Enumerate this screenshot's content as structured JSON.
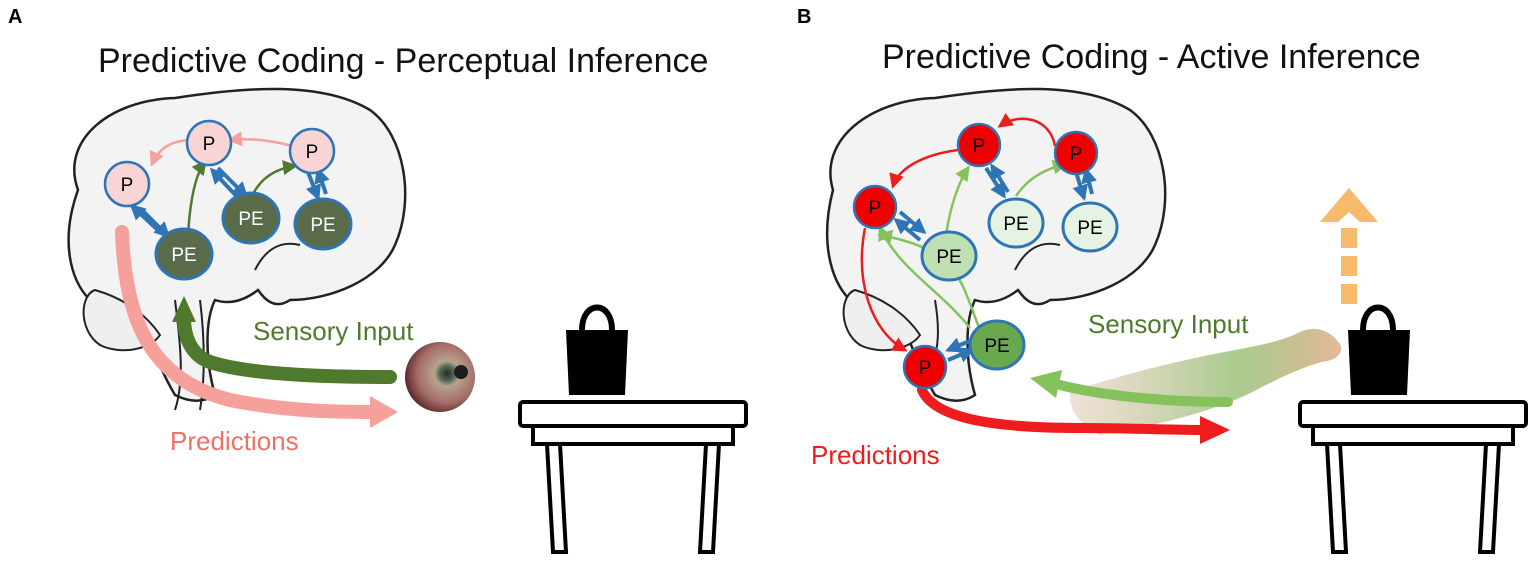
{
  "panel_a": {
    "letter": "A",
    "title": "Predictive Coding - Perceptual Inference",
    "sensory_label": "Sensory Input",
    "predictions_label": "Predictions",
    "nodes": [
      "P",
      "P",
      "P",
      "PE",
      "PE",
      "PE"
    ]
  },
  "panel_b": {
    "letter": "B",
    "title": "Predictive Coding - Active Inference",
    "sensory_label": "Sensory Input",
    "predictions_label": "Predictions",
    "nodes": [
      "P",
      "P",
      "P",
      "P",
      "PE",
      "PE",
      "PE",
      "PE"
    ]
  },
  "colors": {
    "prediction_light": "#f5a09a",
    "prediction_red": "#ee1c1c",
    "sensory_dark_green": "#4f7a2e",
    "sensory_light_green": "#86c25c",
    "link_blue": "#2e75b6",
    "p_fill_light": "#f9d4d4",
    "pe_fill_dark": "#5a6b4a",
    "pe_fill_pale": "#e6f2e3",
    "pe_fill_mid": "#bfe0b3",
    "pe_fill_green": "#6aa84f",
    "p_fill_red": "#ee0000",
    "up_arrow": "#f7b96a"
  }
}
